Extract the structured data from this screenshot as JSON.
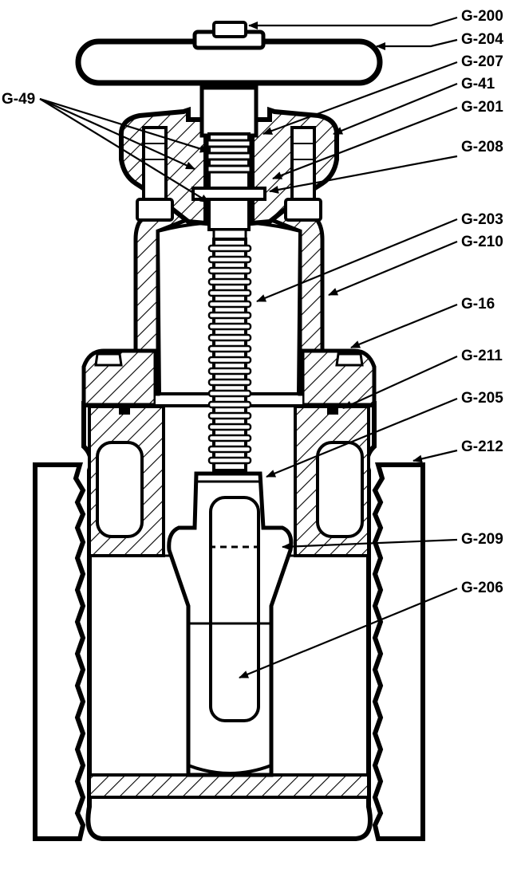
{
  "diagram": {
    "callouts": [
      {
        "id": "g200",
        "label": "G-200"
      },
      {
        "id": "g204",
        "label": "G-204"
      },
      {
        "id": "g207",
        "label": "G-207"
      },
      {
        "id": "g41",
        "label": "G-41"
      },
      {
        "id": "g201",
        "label": "G-201"
      },
      {
        "id": "g49",
        "label": "G-49"
      },
      {
        "id": "g208",
        "label": "G-208"
      },
      {
        "id": "g203",
        "label": "G-203"
      },
      {
        "id": "g210",
        "label": "G-210"
      },
      {
        "id": "g16",
        "label": "G-16"
      },
      {
        "id": "g211",
        "label": "G-211"
      },
      {
        "id": "g205",
        "label": "G-205"
      },
      {
        "id": "g212",
        "label": "G-212"
      },
      {
        "id": "g209",
        "label": "G-209"
      },
      {
        "id": "g206",
        "label": "G-206"
      }
    ],
    "colors": {
      "ink": "#000000",
      "paper": "#ffffff"
    }
  }
}
